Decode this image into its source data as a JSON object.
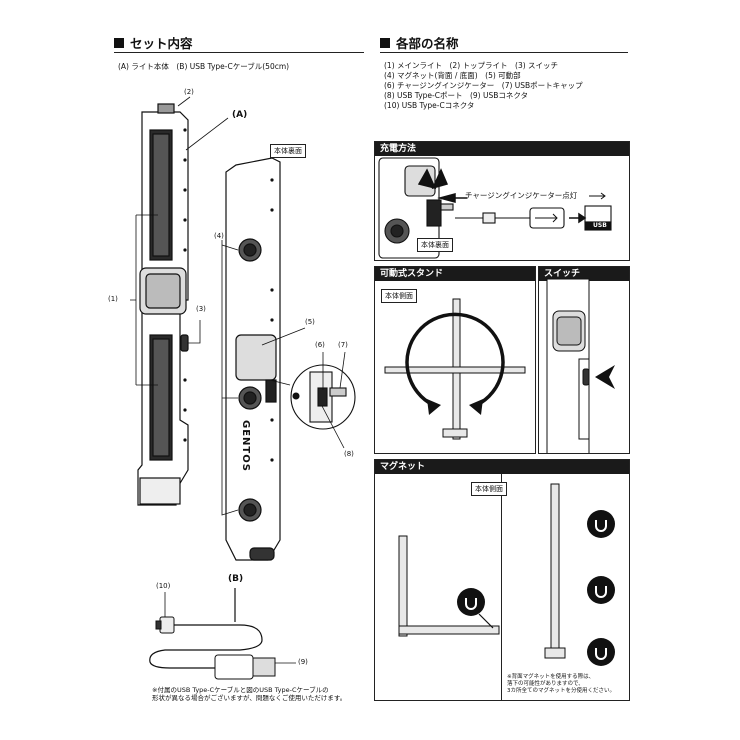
{
  "left_section": {
    "title": "セット内容",
    "contents": "(A) ライト本体　(B) USB Type-Cケーブル(50cm)",
    "labels": {
      "a": "(A)",
      "b": "(B)",
      "n1": "(1)",
      "n2": "(2)",
      "n3": "(3)",
      "n4": "(4)",
      "n5": "(5)",
      "n6": "(6)",
      "n7": "(7)",
      "n8": "(8)",
      "n9": "(9)",
      "n10": "(10)"
    },
    "back_tag": "本体裏面",
    "brand": "GENTOS",
    "note_line1": "※付属のUSB Type-Cケーブルと図のUSB Type-Cケーブルの",
    "note_line2": "形状が異なる場合がございますが、問題なくご使用いただけます。"
  },
  "right_section": {
    "title": "各部の名称",
    "parts": [
      "(1) メインライト　(2) トップライト　(3) スイッチ",
      "(4) マグネット(背面 / 底面)　(5) 可動部",
      "(6) チャージングインジケーター　(7) USBポートキャップ",
      "(8) USB Type-Cポート　(9) USBコネクタ",
      "(10) USB Type-Cコネクタ"
    ]
  },
  "panels": {
    "charging": {
      "title": "充電方法",
      "indicator_label": "チャージングインジケーター点灯",
      "back_tag": "本体裏面",
      "usb_label": "USB"
    },
    "stand": {
      "title": "可動式スタンド",
      "side_tag": "本体側面"
    },
    "switch": {
      "title": "スイッチ"
    },
    "magnet": {
      "title": "マグネット",
      "side_tag": "本体側面",
      "note_line1": "※背面マグネットを使用する際は、",
      "note_line2": "落下の可能性がありますので、",
      "note_line3": "3カ所全てのマグネットを分使用ください。"
    }
  },
  "colors": {
    "ink": "#111111",
    "bar": "#1a1a1a",
    "paper": "#ffffff",
    "light_gray": "#d8d8d8"
  },
  "icons": [
    "magnet-icon",
    "usb-icon",
    "arrow-icon",
    "rotate-arrow-icon"
  ]
}
